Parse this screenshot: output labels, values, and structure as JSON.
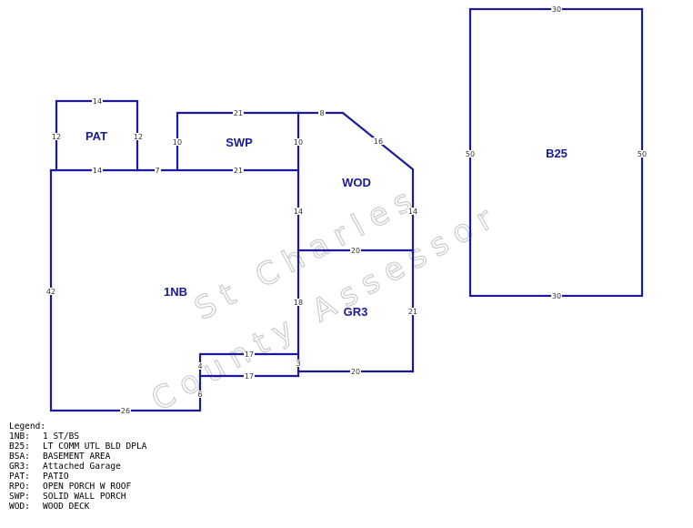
{
  "watermark": {
    "line1": "St Charles",
    "line2": "County Assessor"
  },
  "areas": [
    {
      "code": "PAT",
      "dims": [
        "14",
        "12",
        "12",
        "14",
        "7"
      ]
    },
    {
      "code": "SWP",
      "dims": [
        "21",
        "10",
        "10",
        "21"
      ]
    },
    {
      "code": "WOD",
      "dims": [
        "8",
        "16",
        "14"
      ]
    },
    {
      "code": "1NB",
      "dims": [
        "42",
        "14",
        "18",
        "26",
        "4",
        "6",
        "17",
        "17",
        "3"
      ]
    },
    {
      "code": "GR3",
      "dims": [
        "20",
        "21",
        "20"
      ]
    },
    {
      "code": "B25",
      "dims": [
        "30",
        "50",
        "50",
        "30"
      ]
    }
  ],
  "legend": {
    "title": "Legend:",
    "items": [
      {
        "code": "1NB:",
        "desc": "1 ST/BS"
      },
      {
        "code": "B25:",
        "desc": "LT COMM UTL BLD DPLA"
      },
      {
        "code": "BSA:",
        "desc": "BASEMENT AREA"
      },
      {
        "code": "GR3:",
        "desc": "Attached Garage"
      },
      {
        "code": "PAT:",
        "desc": "PATIO"
      },
      {
        "code": "RPO:",
        "desc": "OPEN PORCH W ROOF"
      },
      {
        "code": "SWP:",
        "desc": "SOLID WALL PORCH"
      },
      {
        "code": "WOD:",
        "desc": "WOOD DECK"
      }
    ]
  }
}
